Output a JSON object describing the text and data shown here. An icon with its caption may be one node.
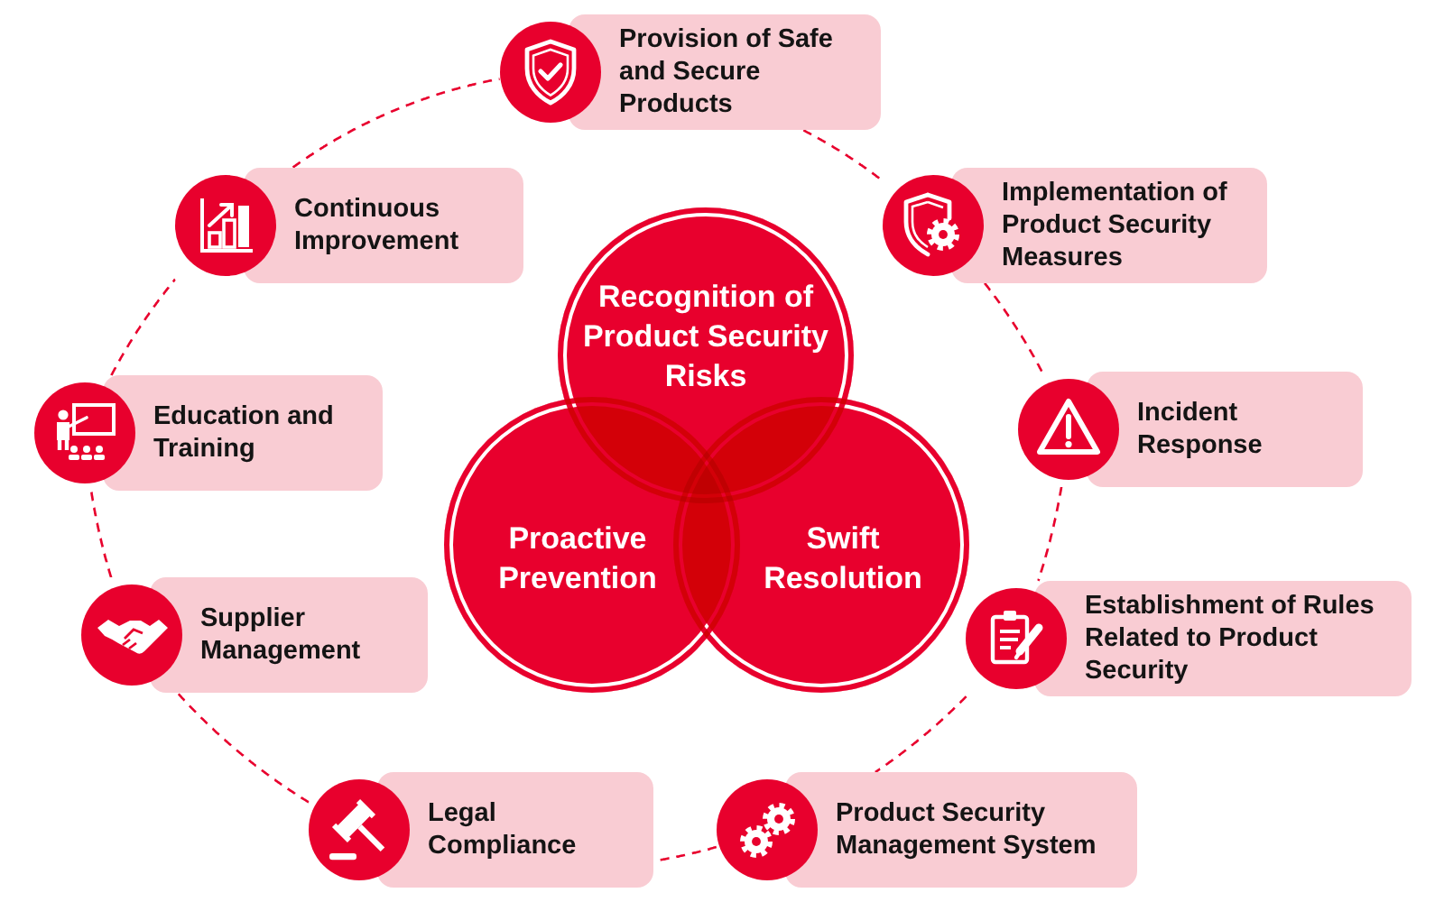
{
  "diagram": {
    "nodes": [
      {
        "text": [
          "Recognition of Product Security Risks"
        ]
      },
      {
        "text": [
          "Proactive Prevention"
        ]
      },
      {
        "text": [
          "Swift Resolution"
        ]
      },
      {
        "text": [
          "Provision of Safe and Secure Products"
        ]
      },
      {
        "text": [
          "Implementation of Product Security Measures"
        ]
      },
      {
        "text": [
          "Incident Response"
        ]
      },
      {
        "text": [
          "Establishment of Rules Related to Product Security"
        ]
      },
      {
        "text": [
          "Product Security Management System"
        ]
      },
      {
        "text": [
          "Legal Compliance"
        ]
      },
      {
        "text": [
          "Supplier Management"
        ]
      },
      {
        "text": [
          "Education and Training"
        ]
      },
      {
        "text": [
          "Continuous Improvement"
        ]
      }
    ],
    "edges": [
      {
        "from": 3,
        "to": 4,
        "arrow": "none",
        "style": "dashed"
      },
      {
        "from": 4,
        "to": 5,
        "arrow": "none",
        "style": "dashed"
      },
      {
        "from": 5,
        "to": 6,
        "arrow": "none",
        "style": "dashed"
      },
      {
        "from": 6,
        "to": 7,
        "arrow": "none",
        "style": "dashed"
      },
      {
        "from": 7,
        "to": 8,
        "arrow": "none",
        "style": "dashed"
      },
      {
        "from": 8,
        "to": 9,
        "arrow": "none",
        "style": "dashed"
      },
      {
        "from": 9,
        "to": 10,
        "arrow": "none",
        "style": "dashed"
      },
      {
        "from": 10,
        "to": 11,
        "arrow": "none",
        "style": "dashed"
      },
      {
        "from": 11,
        "to": 3,
        "arrow": "none",
        "style": "dashed"
      }
    ]
  }
}
